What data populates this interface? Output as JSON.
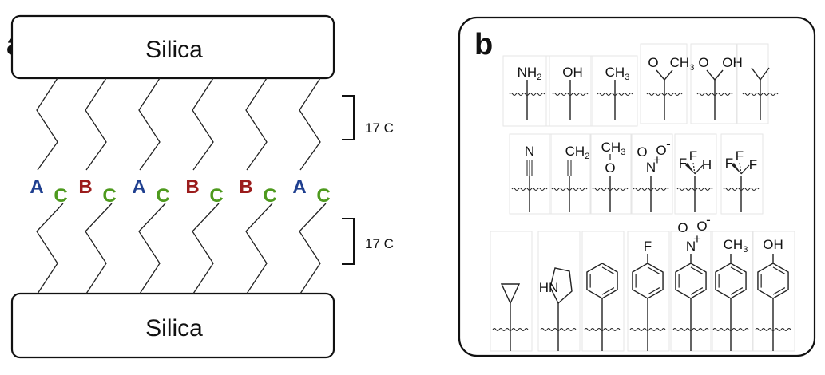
{
  "panel_a": {
    "label": "a",
    "top_surface": "Silica",
    "bottom_surface": "Silica",
    "bracket_top_label": "17 C",
    "bracket_bottom_label": "17 C",
    "pairs": [
      {
        "upper": "A",
        "lower": "C"
      },
      {
        "upper": "B",
        "lower": "C"
      },
      {
        "upper": "A",
        "lower": "C"
      },
      {
        "upper": "B",
        "lower": "C"
      },
      {
        "upper": "B",
        "lower": "C"
      },
      {
        "upper": "A",
        "lower": "C"
      }
    ],
    "colors": {
      "A": "#1f3f8f",
      "B": "#9b1c1c",
      "C": "#4e9a1e"
    }
  },
  "panel_b": {
    "label": "b",
    "row1": [
      {
        "name": "amine",
        "text": "NH",
        "sub": "2"
      },
      {
        "name": "hydroxyl",
        "text": "OH",
        "sub": ""
      },
      {
        "name": "methyl",
        "text": "CH",
        "sub": "3"
      },
      {
        "name": "acetyl",
        "o": "O",
        "text": "CH",
        "sub": "3"
      },
      {
        "name": "carboxyl",
        "o": "O",
        "text": "OH",
        "sub": ""
      },
      {
        "name": "isopropyl"
      }
    ],
    "row2": [
      {
        "name": "nitrile",
        "text": "N"
      },
      {
        "name": "vinyl",
        "text": "CH",
        "sub": "2"
      },
      {
        "name": "methoxy",
        "o": "O",
        "text": "CH",
        "sub": "3"
      },
      {
        "name": "nitro",
        "n": "N",
        "o1": "O",
        "o2": "O",
        "charge_n": "+",
        "charge_o": "-"
      },
      {
        "name": "difluoromethyl",
        "f": "F",
        "h": "H"
      },
      {
        "name": "trifluoromethyl",
        "f": "F"
      }
    ],
    "row3": [
      {
        "name": "cyclopropyl"
      },
      {
        "name": "pyrrolyl",
        "text": "HN"
      },
      {
        "name": "phenyl"
      },
      {
        "name": "fluorophenyl",
        "text": "F"
      },
      {
        "name": "nitrophenyl",
        "n": "N",
        "o": "O",
        "charge_n": "+",
        "charge_o": "-"
      },
      {
        "name": "tolyl",
        "text": "CH",
        "sub": "3"
      },
      {
        "name": "hydroxyphenyl",
        "text": "OH"
      }
    ]
  }
}
